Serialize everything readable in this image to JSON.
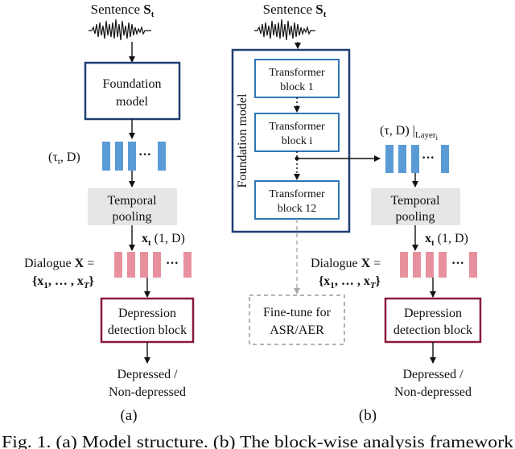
{
  "panel_a": {
    "sentence_prefix": "Sentence ",
    "sentence_var": "S",
    "sentence_sub": "t",
    "foundation_line1": "Foundation",
    "foundation_line2": "model",
    "feature_dims": "(τ",
    "feature_dims_sub": "t",
    "feature_dims_tail": ", D)",
    "ellipsis": "···",
    "temporal_line1": "Temporal",
    "temporal_line2": "pooling",
    "pooled_var": "x",
    "pooled_sub": "t",
    "pooled_dims": " (1, D)",
    "dialogue_prefix": "Dialogue ",
    "dialogue_var": "X",
    "dialogue_eq": " =",
    "dialogue_set": "{x",
    "dialogue_set_sub1": "1",
    "dialogue_set_mid": ", … , x",
    "dialogue_set_sub2": "T",
    "dialogue_set_end": "}",
    "detect_line1": "Depression",
    "detect_line2": "detection block",
    "output_line1": "Depressed /",
    "output_line2": "Non-depressed",
    "label": "(a)"
  },
  "panel_b": {
    "sentence_prefix": "Sentence ",
    "sentence_var": "S",
    "sentence_sub": "t",
    "foundation_vertical": "Foundation model",
    "blocks": [
      {
        "line1": "Transformer",
        "line2": "block 1"
      },
      {
        "line1": "Transformer",
        "line2": "block i"
      },
      {
        "line1": "Transformer",
        "line2": "block 12"
      }
    ],
    "vdots": "⋮",
    "layer_dims": "(τ, D) |",
    "layer_sub": "Layer",
    "layer_sub_i": "i",
    "ellipsis": "···",
    "temporal_line1": "Temporal",
    "temporal_line2": "pooling",
    "pooled_var": "x",
    "pooled_sub": "t",
    "pooled_dims": " (1, D)",
    "dialogue_prefix": "Dialogue ",
    "dialogue_var": "X",
    "dialogue_eq": " =",
    "dialogue_set": "{x",
    "dialogue_set_sub1": "1",
    "dialogue_set_mid": ", … , x",
    "dialogue_set_sub2": "T",
    "dialogue_set_end": "}",
    "finetune_line1": "Fine-tune for",
    "finetune_line2": "ASR/AER",
    "detect_line1": "Depression",
    "detect_line2": "detection block",
    "output_line1": "Depressed /",
    "output_line2": "Non-depressed",
    "label": "(b)"
  },
  "caption": "Fig. 1. (a) Model structure. (b) The block-wise analysis framework",
  "colors": {
    "navy": "#1f3f73",
    "blue_bar": "#5b9bd5",
    "pink_bar": "#e8919e",
    "maroon": "#8b1a3a",
    "gray_box": "#e6e6e6",
    "dashed": "#aaaaaa"
  }
}
